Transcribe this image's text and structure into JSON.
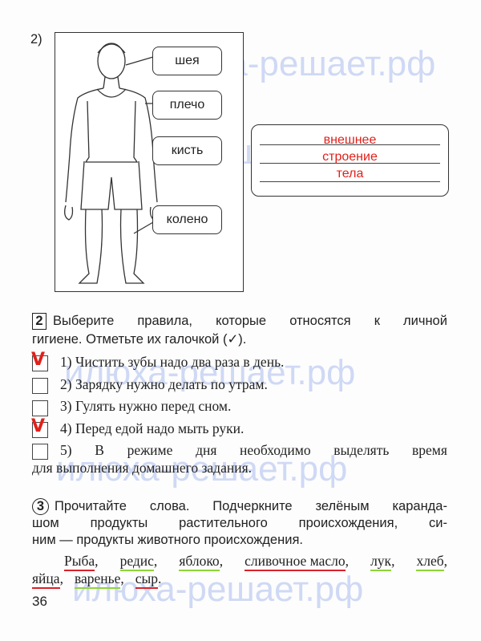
{
  "figure": {
    "number": "2)",
    "body_labels": [
      "шея",
      "плечо",
      "кисть",
      "колено"
    ],
    "answer_lines": [
      "внешнее",
      "строение",
      "тела"
    ]
  },
  "task2": {
    "number": "2",
    "prompt_line1": [
      "Выберите",
      "правила,",
      "которые",
      "относятся",
      "к",
      "личной"
    ],
    "prompt_line2": "гигиене. Отметьте их галочкой (✓).",
    "check_mark": "V",
    "items": [
      {
        "text": "1) Чистить зубы надо два раза в день.",
        "checked": true
      },
      {
        "text": "2) Зарядку нужно делать по утрам.",
        "checked": false
      },
      {
        "text": "3) Гулять нужно перед сном.",
        "checked": false
      },
      {
        "text": "4) Перед едой надо мыть руки.",
        "checked": true
      },
      {
        "text_line1": [
          "5)",
          "В",
          "режиме",
          "дня",
          "необходимо",
          "выделять",
          "время"
        ],
        "text_line2": "для выполнения домашнего задания.",
        "checked": false
      }
    ]
  },
  "task3": {
    "number": "3",
    "prompt_line1": [
      "Прочитайте",
      "слова.",
      "Подчеркните",
      "зелёным",
      "каранда-"
    ],
    "prompt_line2": [
      "шом",
      "продукты",
      "растительного",
      "происхождения,",
      "си-"
    ],
    "prompt_line3": "ним — продукты животного происхождения.",
    "words_line1": [
      {
        "w": "Рыба",
        "p": ",",
        "c": "red"
      },
      {
        "w": "редис",
        "p": ",",
        "c": "green"
      },
      {
        "w": "яблоко",
        "p": ",",
        "c": "green"
      },
      {
        "w": "сливочное масло",
        "p": ",",
        "c": "red"
      },
      {
        "w": "лук",
        "p": ",",
        "c": "green"
      },
      {
        "w": "хлеб",
        "p": ",",
        "c": "green"
      }
    ],
    "words_line2": [
      {
        "w": "яйца",
        "p": ",",
        "c": "red"
      },
      {
        "w": "варенье",
        "p": ",",
        "c": "green"
      },
      {
        "w": "сыр",
        "p": ".",
        "c": "red"
      }
    ],
    "colors": {
      "green": "#8fd43a",
      "red": "#d9222a"
    }
  },
  "page_number": "36",
  "watermark": "илюха-решает.рф"
}
